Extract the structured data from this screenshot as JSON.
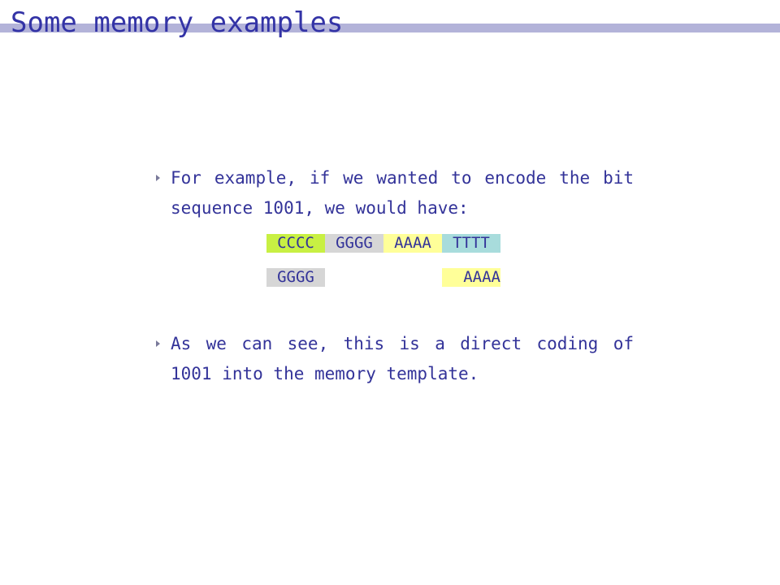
{
  "slide": {
    "title": "Some memory examples"
  },
  "bullets": [
    {
      "text": "For example, if we wanted to encode the bit sequence 1001, we would have:"
    },
    {
      "text": "As we can see, this is a direct coding of 1001 into the memory template."
    }
  ],
  "sequence_rows": [
    {
      "blocks": [
        {
          "label": "CCCC",
          "color": "#c8f043"
        },
        {
          "label": "GGGG",
          "color": "#d6d6d6"
        },
        {
          "label": "AAAA",
          "color": "#ffff99"
        },
        {
          "label": "TTTT",
          "color": "#a8dcdc"
        }
      ]
    },
    {
      "blocks": [
        {
          "label": "GGGG",
          "color": "#d6d6d6"
        },
        {
          "label": "",
          "color": "#ffffff"
        },
        {
          "label": "",
          "color": "#ffffff"
        },
        {
          "label": "AAAA",
          "color": "#ffff99"
        }
      ]
    }
  ],
  "colors": {
    "title_bar": "#b3b3d9",
    "text": "#333399"
  }
}
